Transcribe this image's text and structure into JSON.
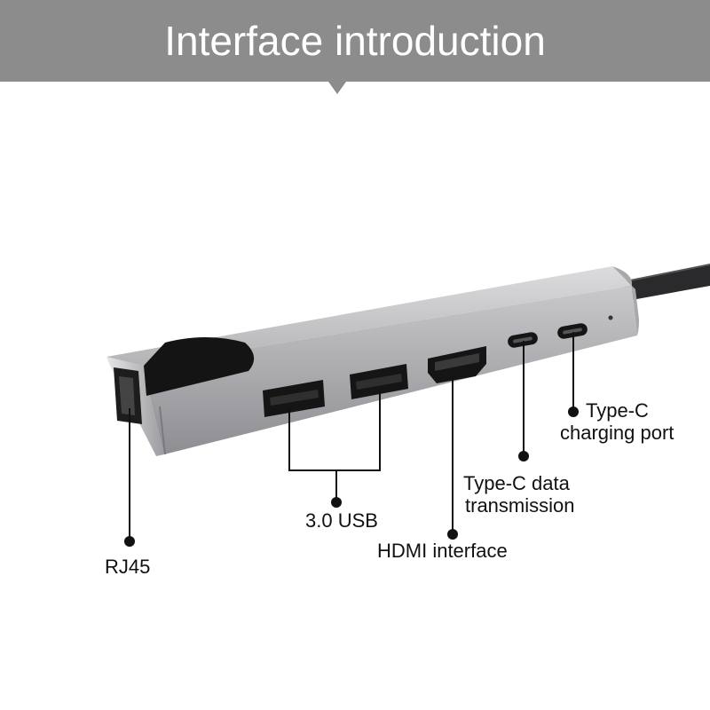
{
  "header": {
    "title": "Interface introduction"
  },
  "labels": {
    "rj45": "RJ45",
    "usb": "3.0 USB",
    "hdmi": "HDMI interface",
    "typec_data_line1": "Type-C data",
    "typec_data_line2": "transmission",
    "typec_charge_line1": "Type-C",
    "typec_charge_line2": "charging port"
  },
  "colors": {
    "banner": "#8c8c8c",
    "hub_body": "#b9b9bb",
    "port": "#1a1a1a",
    "leader": "#111111"
  }
}
